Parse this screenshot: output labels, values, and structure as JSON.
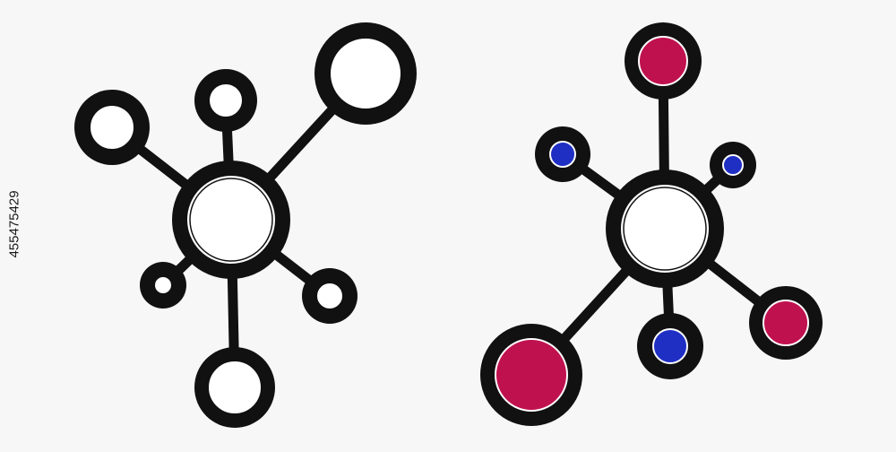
{
  "image_id_text": "455475429",
  "colors": {
    "background": "#f7f7f7",
    "stroke": "#111111",
    "fill_empty": "#ffffff",
    "accent_red": "#c0114f",
    "accent_blue": "#1f2fc4"
  },
  "icons": [
    {
      "name": "molecule-icon-outline",
      "variant": "uncolored"
    },
    {
      "name": "molecule-icon-colored",
      "variant": "red-and-blue-nodes"
    }
  ]
}
